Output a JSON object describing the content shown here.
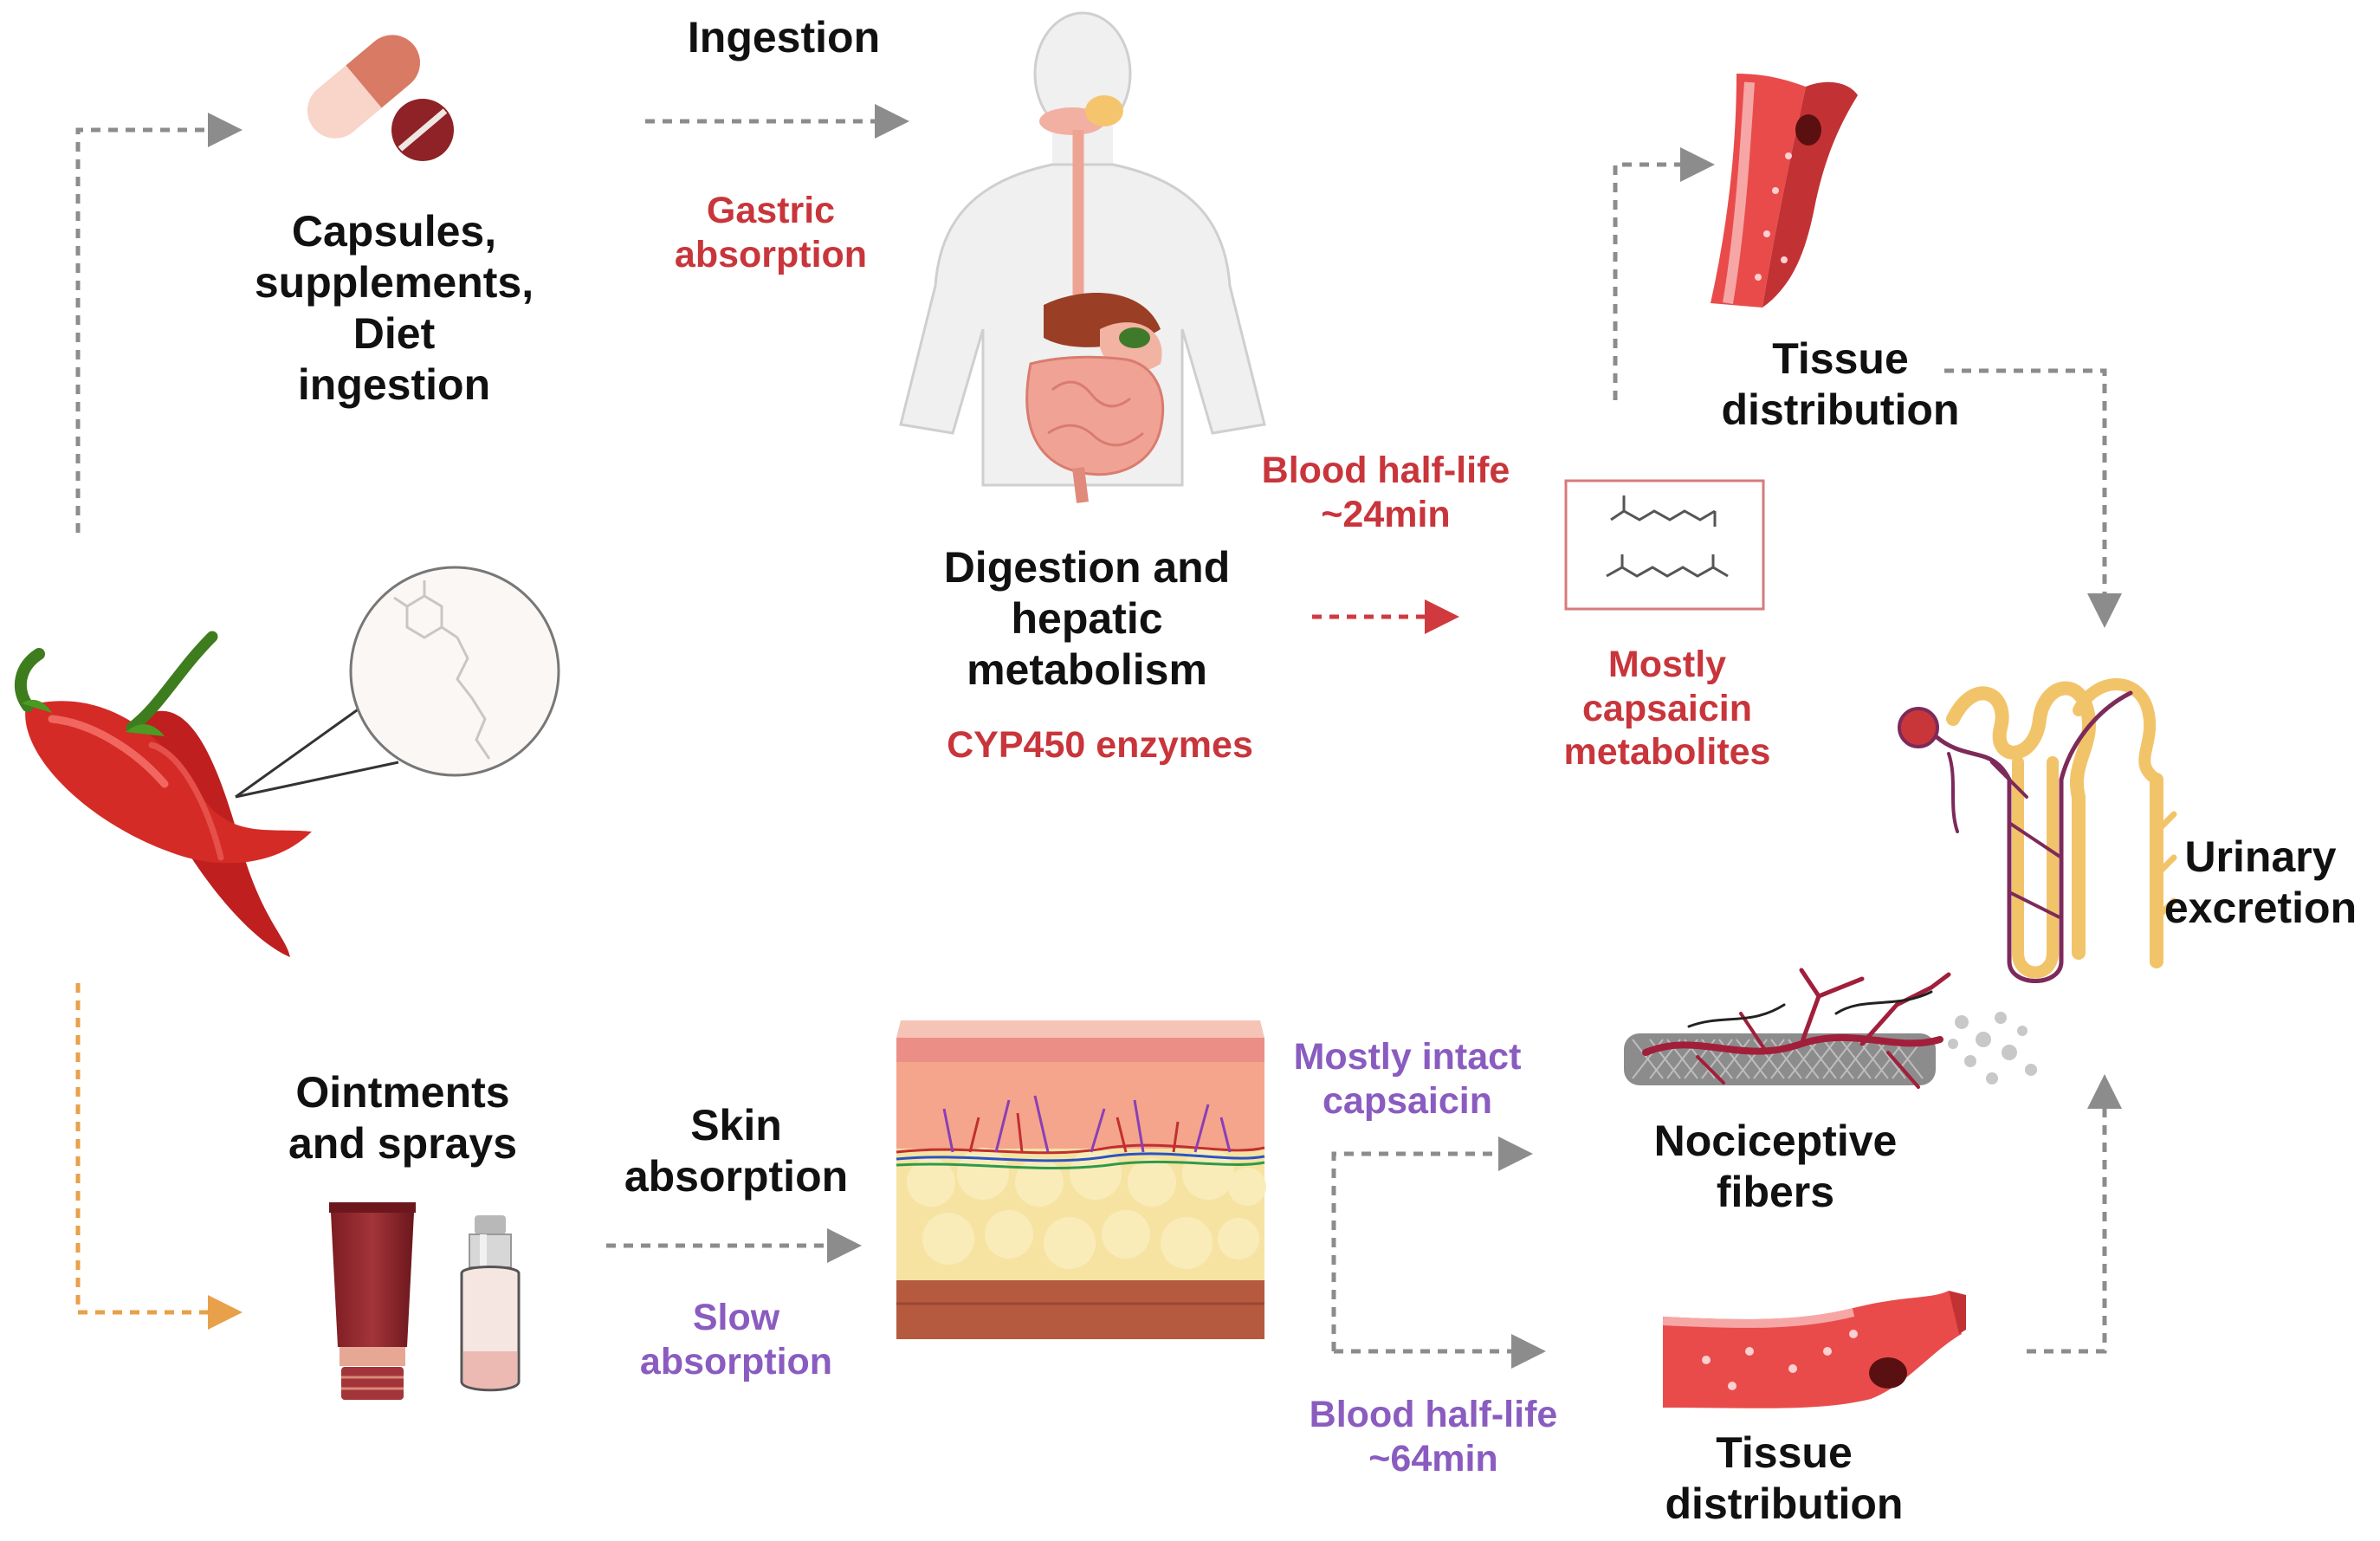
{
  "labels": {
    "capsules": "Capsules,\nsupplements,\nDiet\ningestion",
    "ingestion": "Ingestion",
    "gastric_absorption": "Gastric\nabsorption",
    "digestion": "Digestion and\nhepatic\nmetabolism",
    "cyp450": "CYP450 enzymes",
    "blood_half_life_oral": "Blood half-life\n~24min",
    "mostly_metabolites": "Mostly\ncapsaicin\nmetabolites",
    "tissue_distribution_top": "Tissue\ndistribution",
    "urinary_excretion": "Urinary\nexcretion",
    "ointments": "Ointments\nand sprays",
    "skin_absorption": "Skin\nabsorption",
    "slow_absorption": "Slow\nabsorption",
    "mostly_intact": "Mostly intact\ncapsaicin",
    "blood_half_life_topical": "Blood half-life\n~64min",
    "nociceptive_fibers": "Nociceptive\nfibers",
    "tissue_distribution_bottom": "Tissue\ndistribution"
  },
  "colors": {
    "text_dark": "#111111",
    "oral_route": "#c8353b",
    "topical_route": "#8a5cc0",
    "arrow_grey": "#8c8c8c",
    "arrow_orange": "#e8a04a",
    "pepper_red": "#d42b26"
  },
  "icons": [
    "chili-pepper-icon",
    "capsaicin-molecule-icon",
    "capsule-pill-icon",
    "human-digestive-system-icon",
    "metabolite-molecules-icon",
    "blood-vessel-icon",
    "kidney-nephron-icon",
    "ointment-tube-icon",
    "spray-bottle-icon",
    "skin-layers-icon",
    "nerve-fiber-icon"
  ]
}
